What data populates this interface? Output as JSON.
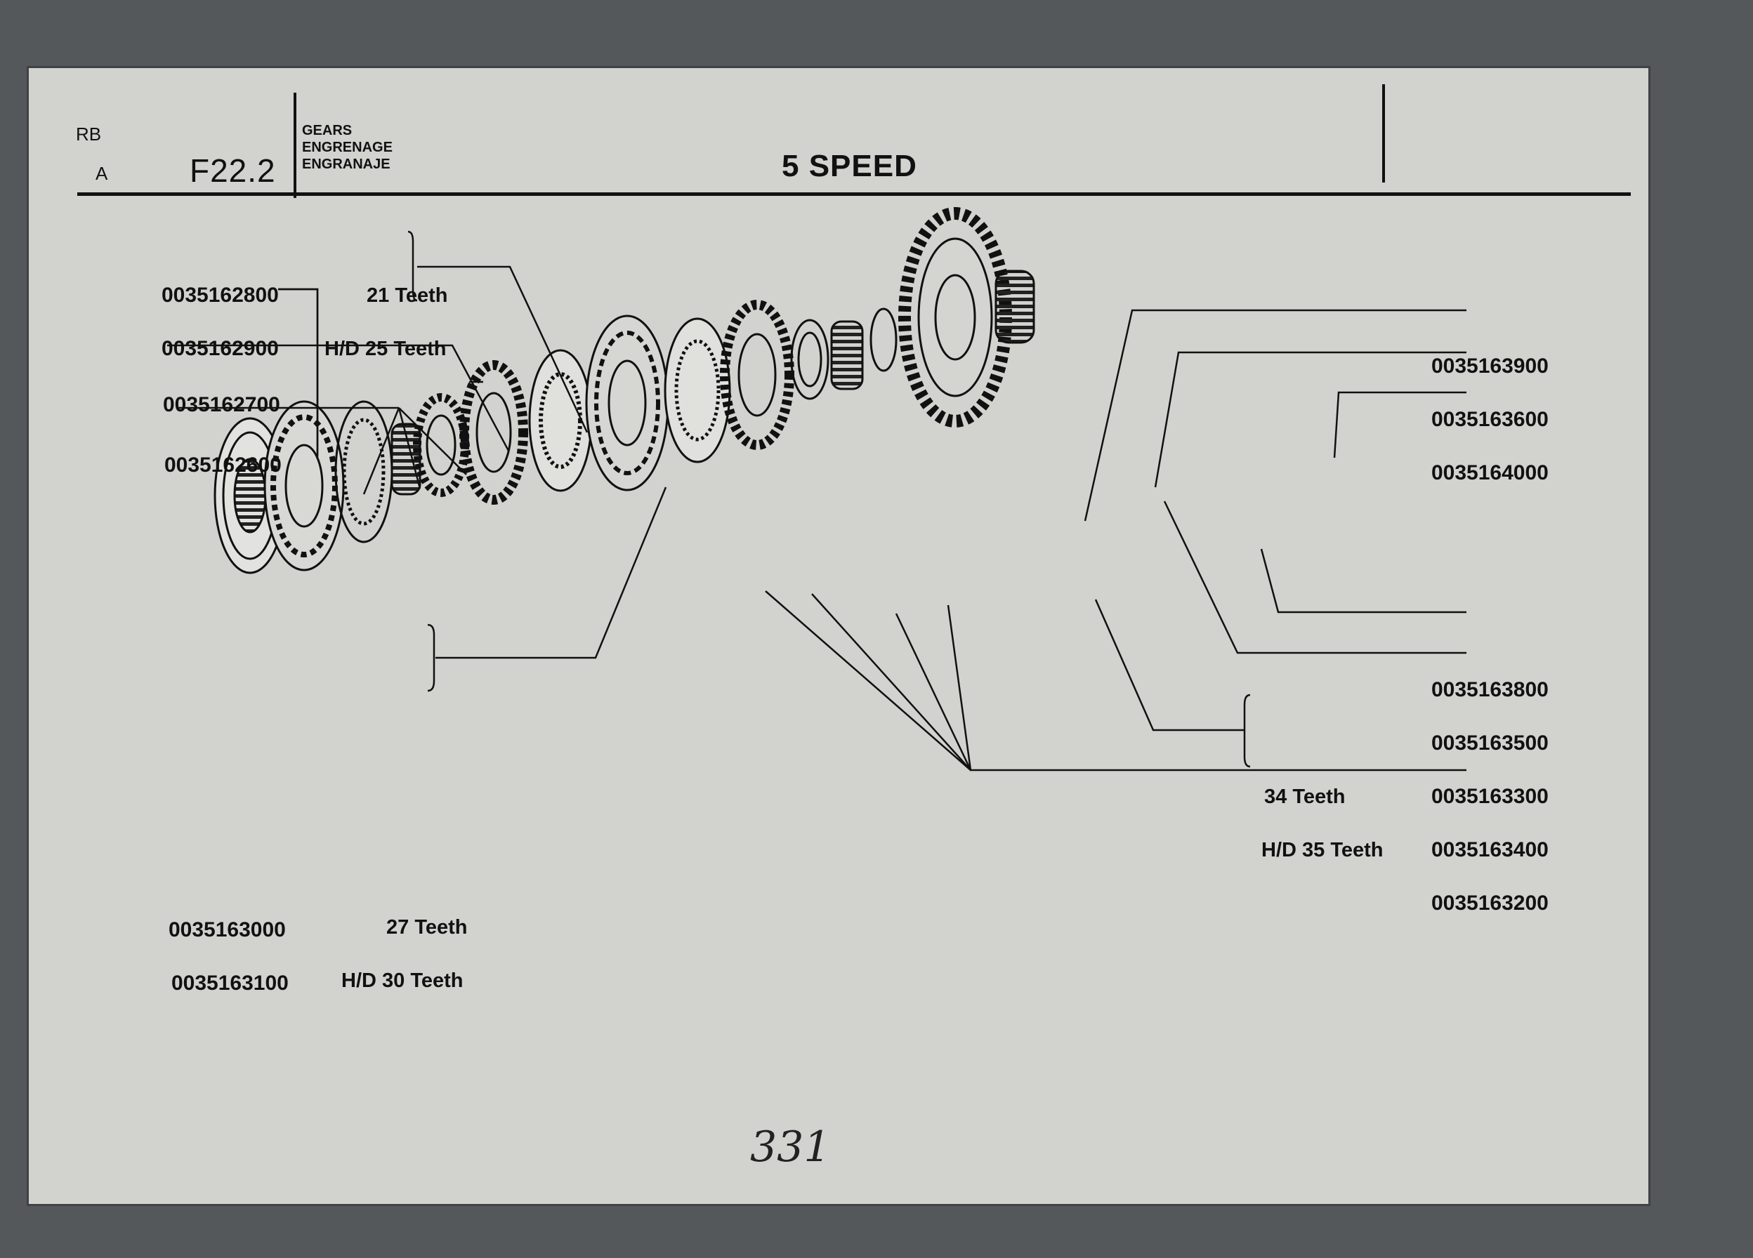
{
  "header": {
    "code_top": "RB",
    "code_bottom": "A",
    "figure": "F22.2",
    "category": [
      "GEARS",
      "ENGRENAGE",
      "ENGRANAJE"
    ],
    "title": "5 SPEED"
  },
  "labels": {
    "l1_part": "0035162800",
    "l1_teeth": "21 Teeth",
    "l2_part": "0035162900",
    "l2_teeth": "H/D 25  Teeth",
    "l3_part": "0035162700",
    "l4_part": "0035162600",
    "l5_part": "0035163000",
    "l5_teeth": "27 Teeth",
    "l6_part": "0035163100",
    "l6_teeth": "H/D 30 Teeth",
    "r1_part": "0035163900",
    "r2_part": "0035163600",
    "r3_part": "0035164000",
    "r4_part": "0035163800",
    "r5_part": "0035163500",
    "r6_teeth": "34 Teeth",
    "r6_part": "0035163300",
    "r7_teeth": "H/D 35 Teeth",
    "r7_part": "0035163400",
    "r8_part": "0035163200"
  },
  "page_number": "331"
}
